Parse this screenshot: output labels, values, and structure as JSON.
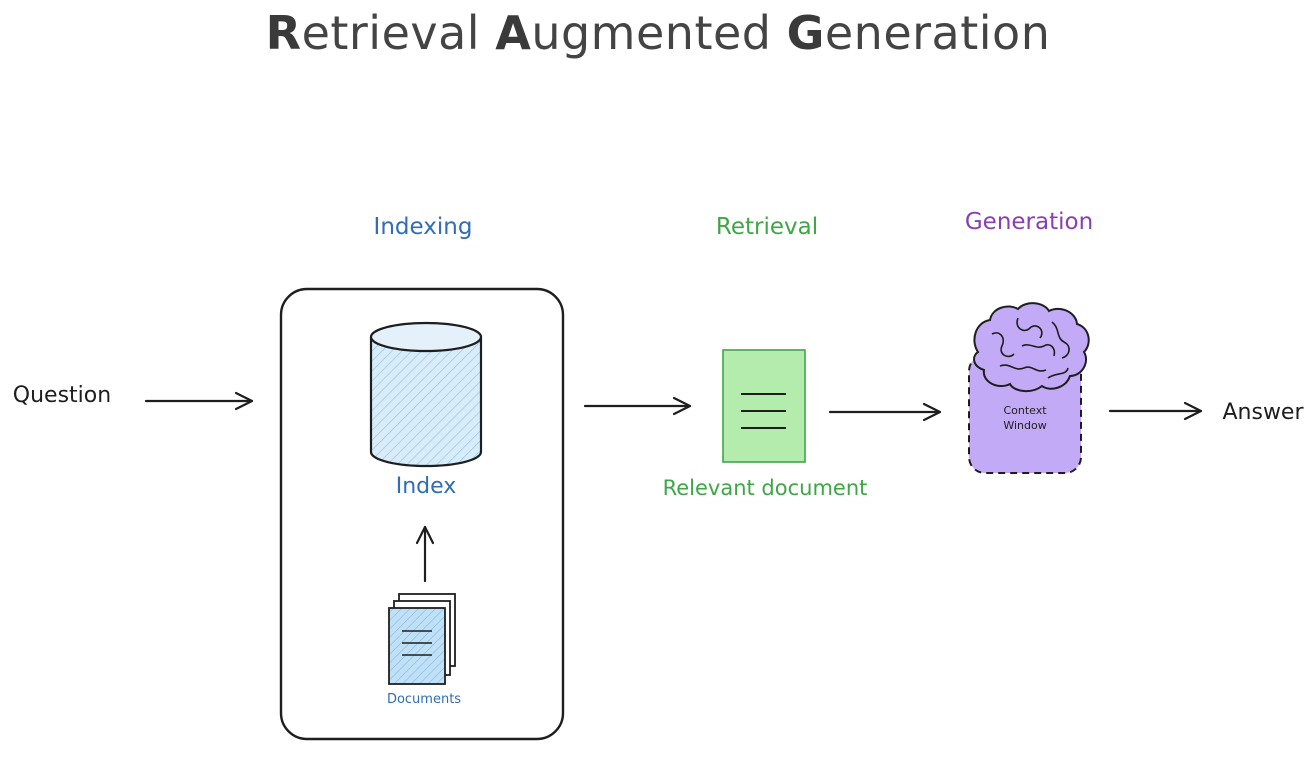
{
  "title": {
    "parts": [
      {
        "initial": "R",
        "rest": "etrieval"
      },
      {
        "initial": "A",
        "rest": "ugmented"
      },
      {
        "initial": "G",
        "rest": "eneration"
      }
    ]
  },
  "stages": {
    "indexing": "Indexing",
    "retrieval": "Retrieval",
    "generation": "Generation"
  },
  "nodes": {
    "question": "Question",
    "index": "Index",
    "documents": "Documents",
    "relevant_document": "Relevant document",
    "context_window_line1": "Context",
    "context_window_line2": "Window",
    "answer": "Answer"
  },
  "colors": {
    "title": "#444444",
    "indexing": "#2f6db5",
    "retrieval": "#3fa648",
    "generation": "#8a3fb0",
    "index_fill": "#cfe6f7",
    "document_fill": "#b4ecae",
    "brain_fill": "#c3aaf6",
    "ink": "#1e1e1e"
  }
}
